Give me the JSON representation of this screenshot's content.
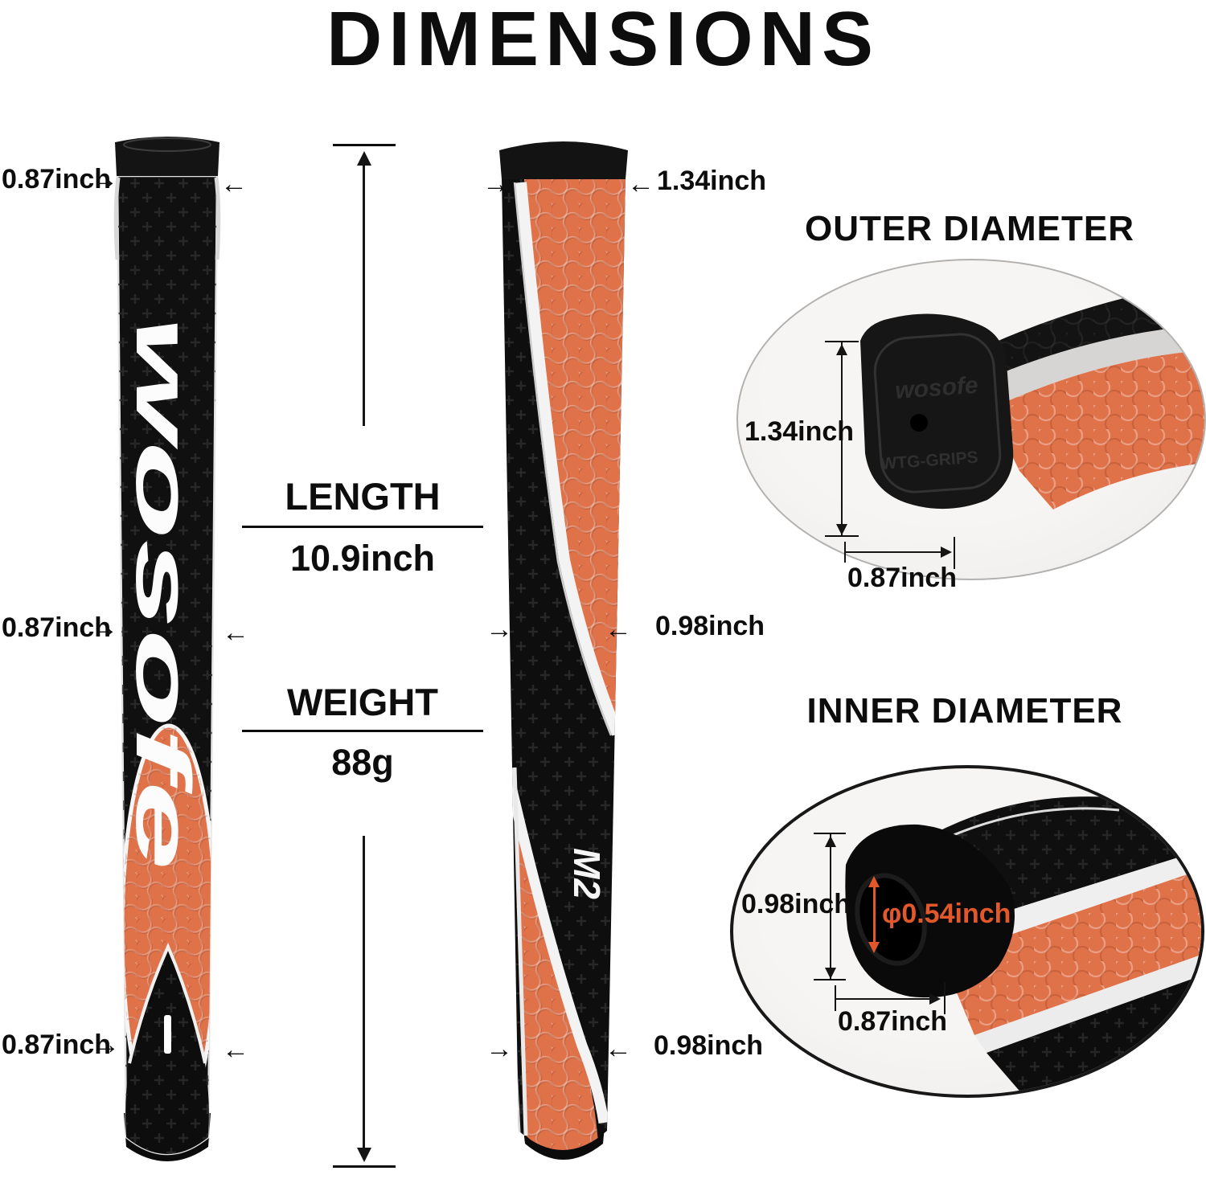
{
  "title": "DIMENSIONS",
  "icons": {
    "arrow_right": "→",
    "arrow_left": "←"
  },
  "left_grip": {
    "brand": "wosofe",
    "top_label": "0.87inch",
    "mid_label": "0.87inch",
    "bottom_label": "0.87inch"
  },
  "center": {
    "length_label": "LENGTH",
    "length_value": "10.9inch",
    "weight_label": "WEIGHT",
    "weight_value": "88g"
  },
  "right_grip": {
    "model": "M2",
    "top_label": "1.34inch",
    "mid_label": "0.98inch",
    "bottom_label": "0.98inch"
  },
  "outer_diameter": {
    "heading": "OUTER DIAMETER",
    "cap_brand": "wosofe",
    "cap_text": "WTG-GRIPS",
    "height_label": "1.34inch",
    "width_label": "0.87inch"
  },
  "inner_diameter": {
    "heading": "INNER DIAMETER",
    "height_label": "0.98inch",
    "bore_label": "φ0.54inch",
    "width_label": "0.87inch"
  },
  "colors": {
    "orange": "#e0724a",
    "accent_orange": "#e2582a",
    "black": "#0d0d0d",
    "circle_bg": "#f3f1ef"
  }
}
